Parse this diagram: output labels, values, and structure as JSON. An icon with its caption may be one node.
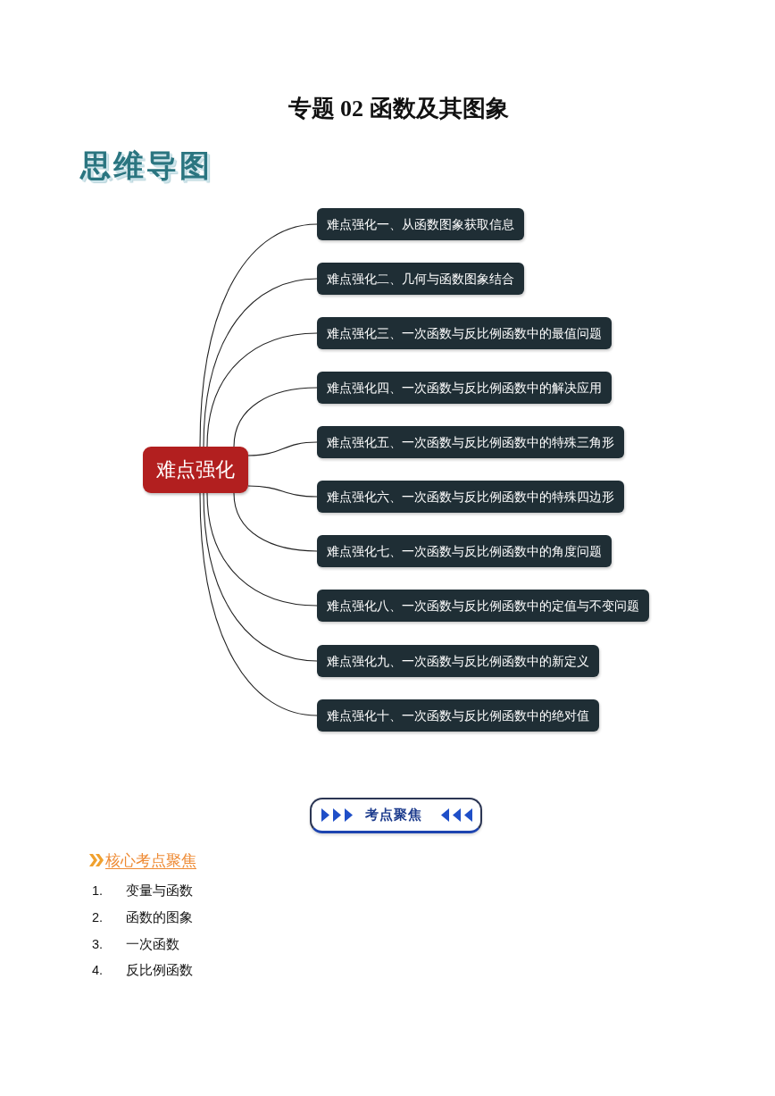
{
  "diagram": {
    "title": "专题 02 函数及其图象",
    "nodes": [
      {
        "text": [
          "难点强化"
        ]
      },
      {
        "text": [
          "难点强化一、从函数图象获取信息"
        ]
      },
      {
        "text": [
          "难点强化二、几何与函数图象结合"
        ]
      },
      {
        "text": [
          "难点强化三、一次函数与反比例函数中的最值问题"
        ]
      },
      {
        "text": [
          "难点强化四、一次函数与反比例函数中的解决应用"
        ]
      },
      {
        "text": [
          "难点强化五、一次函数与反比例函数中的特殊三角形"
        ]
      },
      {
        "text": [
          "难点强化六、一次函数与反比例函数中的特殊四边形"
        ]
      },
      {
        "text": [
          "难点强化七、一次函数与反比例函数中的角度问题"
        ]
      },
      {
        "text": [
          "难点强化八、一次函数与反比例函数中的定值与不变问题"
        ]
      },
      {
        "text": [
          "难点强化九、一次函数与反比例函数中的新定义"
        ]
      },
      {
        "text": [
          "难点强化十、一次函数与反比例函数中的绝对值"
        ]
      }
    ],
    "edges": [
      {
        "from": 0,
        "to": 1,
        "arrow": "none"
      },
      {
        "from": 0,
        "to": 2,
        "arrow": "none"
      },
      {
        "from": 0,
        "to": 3,
        "arrow": "none"
      },
      {
        "from": 0,
        "to": 4,
        "arrow": "none"
      },
      {
        "from": 0,
        "to": 5,
        "arrow": "none"
      },
      {
        "from": 0,
        "to": 6,
        "arrow": "none"
      },
      {
        "from": 0,
        "to": 7,
        "arrow": "none"
      },
      {
        "from": 0,
        "to": 8,
        "arrow": "none"
      },
      {
        "from": 0,
        "to": 9,
        "arrow": "none"
      },
      {
        "from": 0,
        "to": 10,
        "arrow": "none"
      }
    ],
    "labels": [
      "思维导图",
      "考点聚焦",
      "核心考点聚焦",
      "1.",
      "变量与函数",
      "2.",
      "函数的图象",
      "3.",
      "一次函数",
      "4.",
      "反比例函数"
    ]
  }
}
